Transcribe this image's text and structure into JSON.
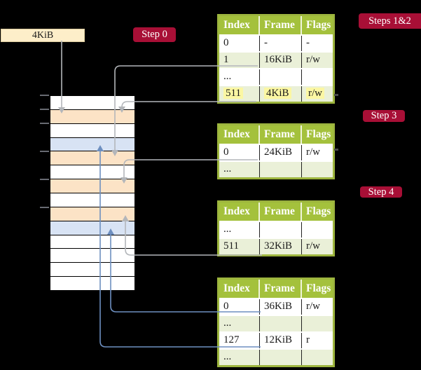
{
  "palette": {
    "badge-red": "#a80f36",
    "header-green": "#a4c13c",
    "table-border": "#9db53e",
    "row-green": "#eaf0d8",
    "mem-orange": "#fce3c6",
    "mem-blue": "#d8e3f4",
    "cream": "#fdeec9",
    "highlight-yellow": "#fbf7a3",
    "line-gray": "#b3b6ba",
    "line-blue": "#6d8fc0"
  },
  "labels": {
    "page_size": "4KiB",
    "badges": {
      "step0": "Step 0",
      "steps12": "Steps 1&2",
      "step3": "Step 3",
      "step4": "Step 4"
    }
  },
  "tables": [
    {
      "step": "Steps 1&2",
      "headers": [
        "Index",
        "Frame",
        "Flags"
      ],
      "rows": [
        {
          "cells": [
            "0",
            "-",
            "-"
          ],
          "shade": "white"
        },
        {
          "cells": [
            "1",
            "16KiB",
            "r/w"
          ],
          "shade": "green"
        },
        {
          "cells": [
            "...",
            "",
            ""
          ],
          "shade": "white"
        },
        {
          "cells": [
            "511",
            "4KiB",
            "r/w"
          ],
          "shade": "green",
          "highlighted": true
        }
      ]
    },
    {
      "step": "Step 3",
      "headers": [
        "Index",
        "Frame",
        "Flags"
      ],
      "rows": [
        {
          "cells": [
            "0",
            "24KiB",
            "r/w"
          ],
          "shade": "white"
        },
        {
          "cells": [
            "...",
            "",
            ""
          ],
          "shade": "green"
        }
      ]
    },
    {
      "step": "Step 4",
      "headers": [
        "Index",
        "Frame",
        "Flags"
      ],
      "rows": [
        {
          "cells": [
            "...",
            "",
            ""
          ],
          "shade": "white"
        },
        {
          "cells": [
            "511",
            "32KiB",
            "r/w"
          ],
          "shade": "green"
        }
      ]
    },
    {
      "step": "Step 4",
      "headers": [
        "Index",
        "Frame",
        "Flags"
      ],
      "rows": [
        {
          "cells": [
            "0",
            "36KiB",
            "r/w"
          ],
          "shade": "white"
        },
        {
          "cells": [
            "...",
            "",
            ""
          ],
          "shade": "green"
        },
        {
          "cells": [
            "127",
            "12KiB",
            "r"
          ],
          "shade": "white"
        },
        {
          "cells": [
            "...",
            "",
            ""
          ],
          "shade": "green"
        }
      ]
    }
  ],
  "memory_column": {
    "rows": [
      "white",
      "orange",
      "white",
      "blue",
      "orange",
      "white",
      "orange",
      "white",
      "orange",
      "blue",
      "white",
      "white",
      "white",
      "white"
    ]
  },
  "connections": [
    {
      "from": "4KiB-label",
      "to": "memory-row-2",
      "color": "gray",
      "direction": "down"
    },
    {
      "from": "table1-row-index-1",
      "to": "memory-row-5",
      "color": "gray",
      "direction": "down"
    },
    {
      "from": "table1-row-index-511",
      "to": "memory-row-2",
      "color": "gray",
      "direction": "down"
    },
    {
      "from": "table2-row-index-0",
      "to": "memory-row-7",
      "color": "gray",
      "direction": "down"
    },
    {
      "from": "table3-row-index-511",
      "to": "memory-row-9",
      "color": "gray",
      "direction": "up"
    },
    {
      "from": "table4-row-index-0",
      "to": "memory-row-10",
      "color": "blue",
      "direction": "up"
    },
    {
      "from": "table4-row-index-127",
      "to": "memory-row-4",
      "color": "blue",
      "direction": "up"
    }
  ]
}
